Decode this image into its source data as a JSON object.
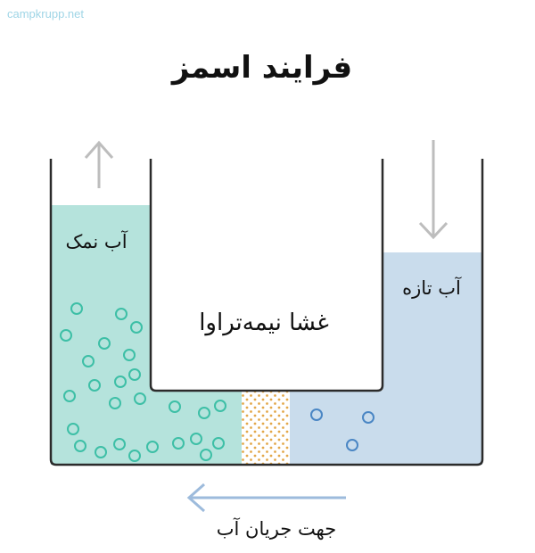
{
  "watermark": "campkrupp.net",
  "title": "فرایند اسمز",
  "labels": {
    "salt_water": "آب نمک",
    "fresh_water": "آب تازه",
    "membrane": "غشا نیمه‌تراوا",
    "flow_direction": "جهت جریان آب"
  },
  "colors": {
    "salt_water_fill": "#b5e3dc",
    "fresh_water_fill": "#c9dcec",
    "salt_particle": "#3dbfa6",
    "fresh_particle": "#4a86c4",
    "membrane_dot": "#e3a84a",
    "container_stroke": "#2b2b2b",
    "gray_arrow": "#bdbdbd",
    "flow_arrow": "#9dbbdc",
    "watermark": "#9fd5e6"
  },
  "icons": {
    "up_arrow": "arrow-up-icon",
    "down_arrow": "arrow-down-icon",
    "flow_arrow": "arrow-left-icon"
  }
}
